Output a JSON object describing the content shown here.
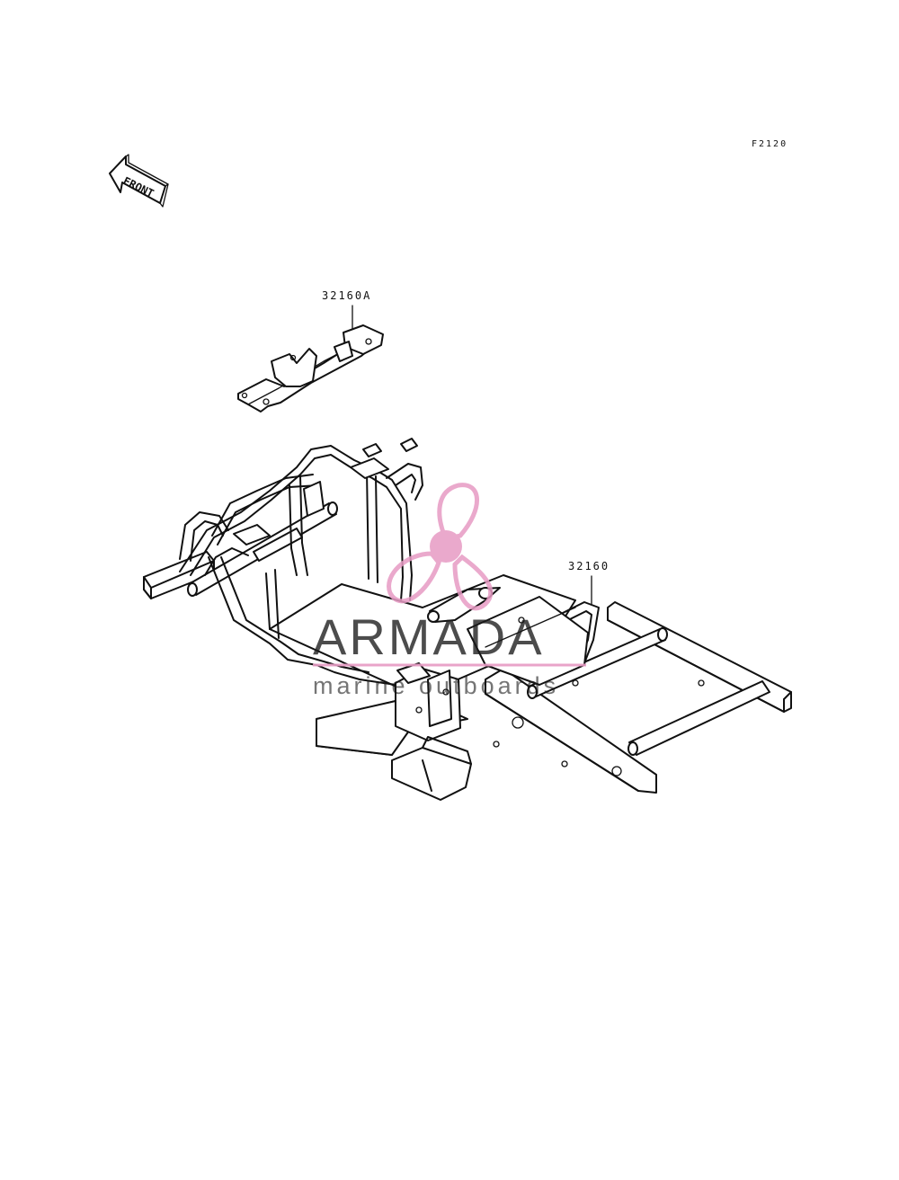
{
  "figure": {
    "code": "F2120"
  },
  "front_indicator": {
    "label": "FRONT",
    "icon": "front-arrow-icon"
  },
  "callouts": [
    {
      "part_number": "32160A"
    },
    {
      "part_number": "32160"
    }
  ],
  "watermark": {
    "brand": "ARMADA",
    "tagline": "marine outboards",
    "logo_icon": "propeller-icon",
    "accent_color": "#e79bc4"
  }
}
